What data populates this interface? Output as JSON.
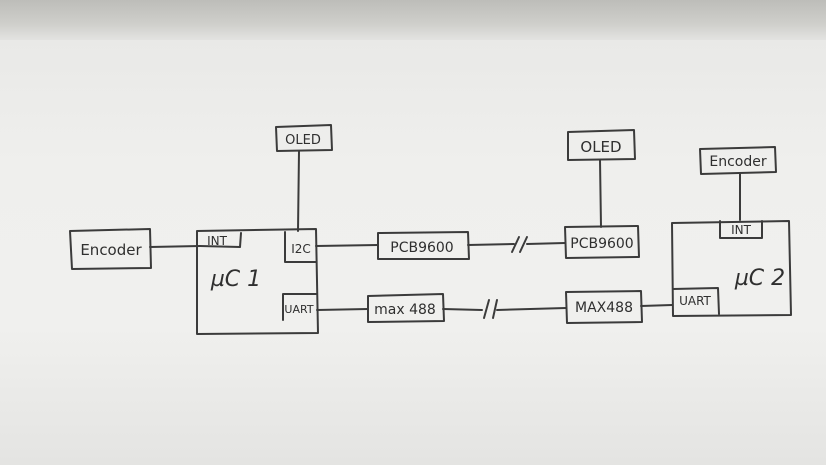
{
  "labels": {
    "encoder_left": "Encoder",
    "oled_left": "OLED",
    "mc1_int": "INT",
    "mc1_i2c": "I2C",
    "mc1_uart": "UART",
    "mc1_name": "µC 1",
    "pcb_left": "PCB9600",
    "max_left": "max 488",
    "oled_right": "OLED",
    "pcb_right": "PCB9600",
    "max_right": "MAX488",
    "encoder_right": "Encoder",
    "mc2_int": "INT",
    "mc2_uart": "UART",
    "mc2_name": "µC 2"
  }
}
